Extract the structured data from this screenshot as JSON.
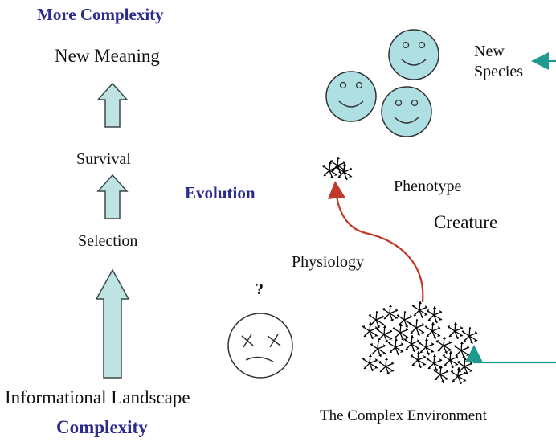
{
  "labels": {
    "more_complexity": "More Complexity",
    "new_meaning": "New Meaning",
    "survival": "Survival",
    "selection": "Selection",
    "informational_landscape": "Informational Landscape",
    "complexity": "Complexity",
    "evolution": "Evolution",
    "phenotype": "Phenotype",
    "creature": "Creature",
    "physiology": "Physiology",
    "question_mark": "?",
    "new_species": "New\nSpecies",
    "complex_environment": "The Complex Environment"
  },
  "colors": {
    "accent_blue": "#2b2a8f",
    "arrow_fill": "#bfe3e3",
    "arrow_stroke": "#3a4a4a",
    "face_fill": "#aedfe3",
    "physiology_arrow": "#c0392b",
    "teal_line": "#1e9a8f",
    "text": "#111111"
  },
  "icons": {
    "happy_face": "smiley-face-icon",
    "sad_face": "dead-face-icon",
    "creature": "star-cluster-icon"
  }
}
